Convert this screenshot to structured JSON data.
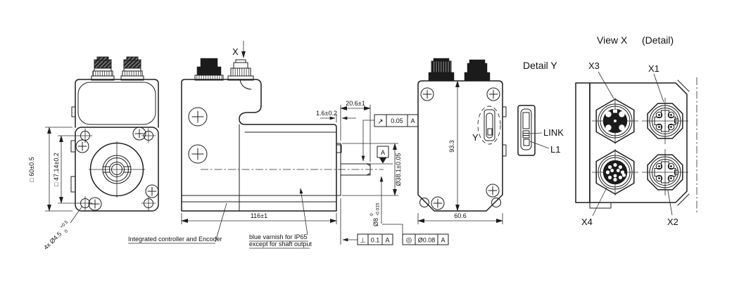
{
  "front_view": {
    "dim_flange_square": "□ 60±0.5",
    "dim_hole_pitch_square": "□ 47.14±0.2",
    "dim_mounting_holes": "4x Ø4.5",
    "dim_mounting_holes_tol_upper": "+0.5",
    "dim_mounting_holes_tol_lower": "0"
  },
  "side_view": {
    "view_arrow_label": "X",
    "dim_overall_length": "116±1",
    "dim_pilot_depth": "1.6±0.2",
    "dim_shaft_length": "20.6±1",
    "dim_pilot_diameter": "Ø38.1±0.05",
    "dim_shaft_diameter": "Ø8",
    "dim_shaft_tol_upper": "0",
    "dim_shaft_tol_lower": "-0.015",
    "runout_frame": {
      "symbol": "↗",
      "value": "0.05",
      "datum": "A"
    },
    "datum_flag": "A",
    "perpendicularity_frame": {
      "symbol": "⊥",
      "value": "0.1",
      "datum": "A"
    },
    "concentricity_frame": {
      "symbol": "◎",
      "value": "Ø0.08",
      "datum": "A"
    },
    "note_controller": "Integrated controller and Encoder",
    "note_varnish_line1": "blue varnish for IP65",
    "note_varnish_line2": "except for shaft output"
  },
  "rear_view": {
    "dim_height": "93.3",
    "dim_width": "60.6",
    "detail_marker": "Y"
  },
  "detail_y": {
    "title": "Detail Y",
    "led_link_label": "LINK",
    "led_l1_label": "L1"
  },
  "view_x": {
    "title_main": "View X",
    "title_suffix": "(Detail)",
    "connector_x3": "X3",
    "connector_x1": "X1",
    "connector_x4": "X4",
    "connector_x2": "X2"
  }
}
